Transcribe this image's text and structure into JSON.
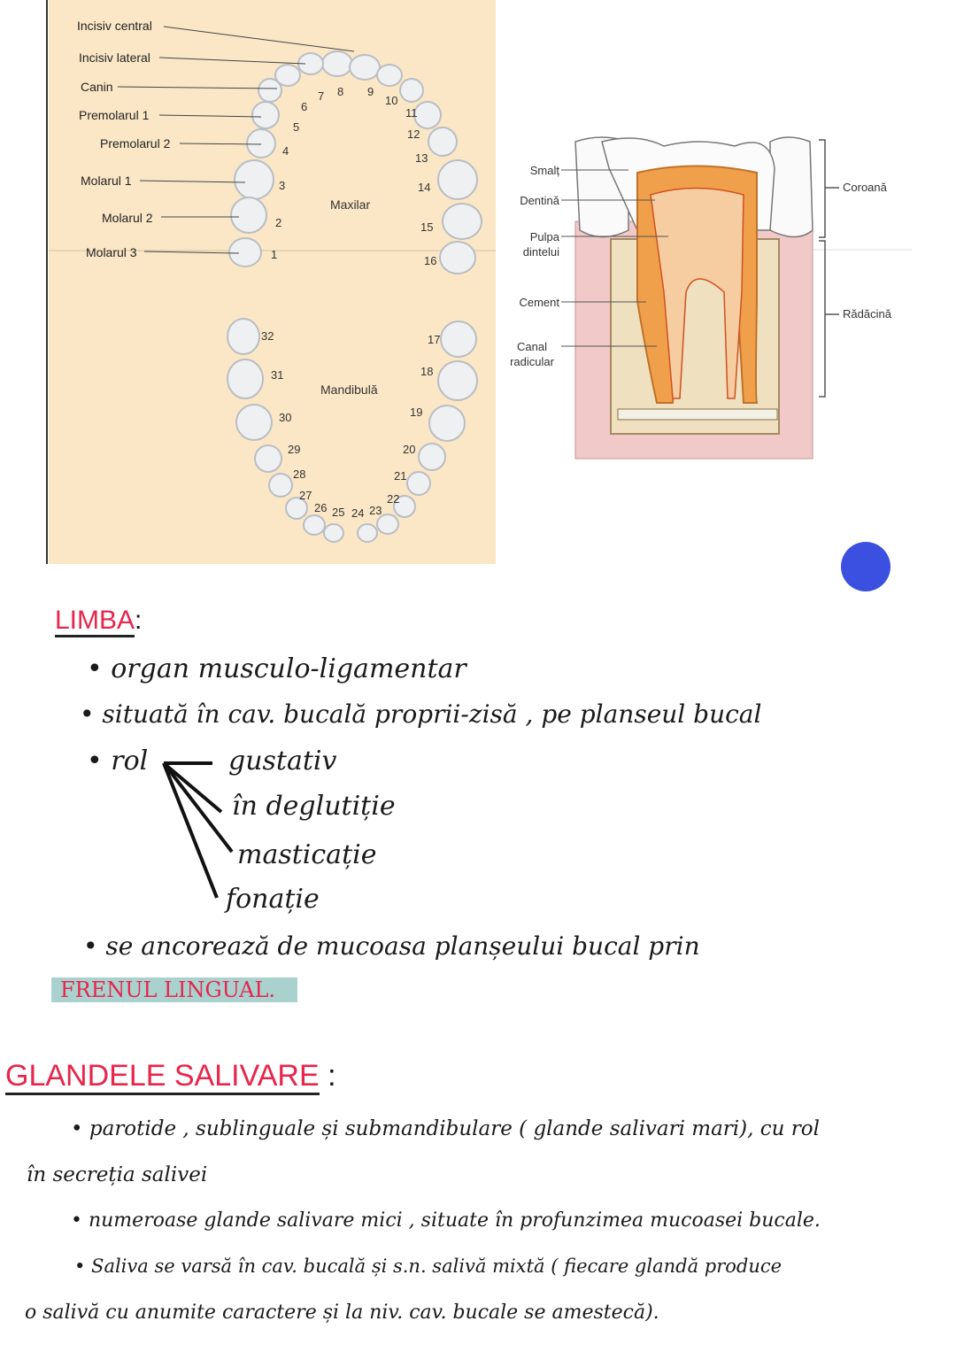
{
  "arch": {
    "labels": [
      "Incisiv central",
      "Incisiv lateral",
      "Canin",
      "Premolarul 1",
      "Premolarul 2",
      "Molarul 1",
      "Molarul 2",
      "Molarul 3"
    ],
    "upper_numbers": [
      "1",
      "2",
      "3",
      "4",
      "5",
      "6",
      "7",
      "8",
      "9",
      "10",
      "11",
      "12",
      "13",
      "14",
      "15",
      "16"
    ],
    "lower_numbers": [
      "17",
      "18",
      "19",
      "20",
      "21",
      "22",
      "23",
      "24",
      "25",
      "26",
      "27",
      "28",
      "29",
      "30",
      "31",
      "32"
    ],
    "maxilar": "Maxilar",
    "mandibula": "Mandibulă"
  },
  "tooth": {
    "smalt": "Smalț",
    "dentina": "Dentină",
    "pulpa_1": "Pulpa",
    "pulpa_2": "dintelui",
    "cement": "Cement",
    "canal_1": "Canal",
    "canal_2": "radicular",
    "coroana": "Coroană",
    "radacina": "Rădăcină"
  },
  "limba": {
    "title": "LIMBA",
    "colon": ":",
    "b1": "• organ   musculo-ligamentar",
    "b2": "• situată în cav. bucală proprii-zisă , pe planseul bucal",
    "b3": "• rol",
    "roles": [
      "gustativ",
      "în deglutiție",
      "masticație",
      "fonație"
    ],
    "b4": "• se  ancorează  de  mucoasa  planșeului  bucal  prin",
    "frenul": "FRENUL  LINGUAL."
  },
  "glande": {
    "title": "GLANDELE SALIVARE",
    "colon": " :",
    "l1": "• parotide , sublinguale și submandibulare ( glande salivari mari), cu rol",
    "l2": "în secreția salivei",
    "l3": "• numeroase glande salivare mici , situate în profunzimea mucoasei bucale.",
    "l4": "•  Saliva se varsă în cav. bucală și s.n. salivă mixtă ( fiecare glandă produce",
    "l5": "o salivă cu anumite caractere și la niv. cav. bucale se amestecă)."
  }
}
